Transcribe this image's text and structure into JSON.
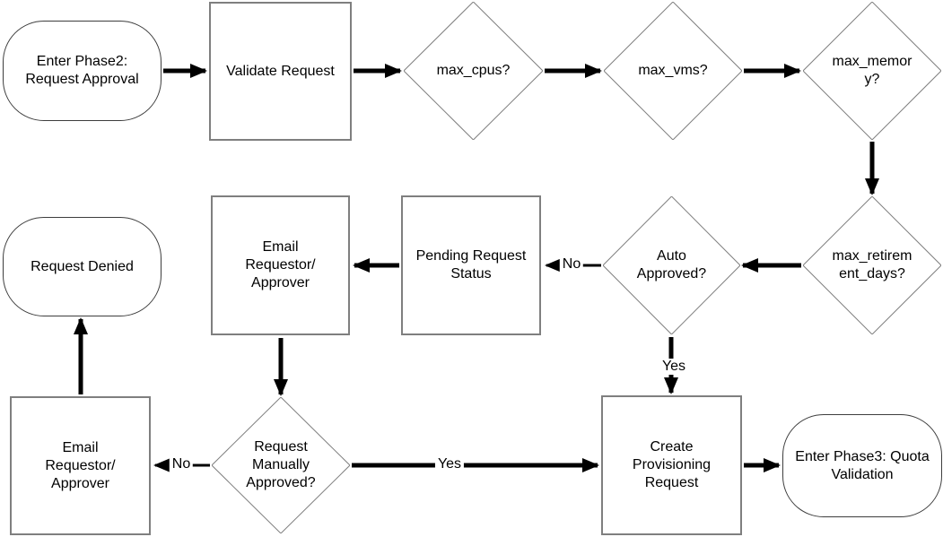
{
  "diagram": {
    "type": "flowchart",
    "nodes": {
      "enter_phase2": {
        "type": "terminator",
        "label": "Enter Phase2: Request Approval"
      },
      "validate_request": {
        "type": "process",
        "label": "Validate Request"
      },
      "max_cpus": {
        "type": "decision",
        "label": "max_cpus?"
      },
      "max_vms": {
        "type": "decision",
        "label": "max_vms?"
      },
      "max_memory": {
        "type": "decision",
        "label": "max_memory?"
      },
      "max_retirement_days": {
        "type": "decision",
        "label": "max_retirement_days?"
      },
      "auto_approved": {
        "type": "decision",
        "label": "Auto Approved?"
      },
      "pending_request_status": {
        "type": "process",
        "label": "Pending Request Status"
      },
      "email_requestor_approver_mid": {
        "type": "process",
        "label": "Email Requestor/ Approver"
      },
      "request_denied": {
        "type": "terminator",
        "label": "Request Denied"
      },
      "email_requestor_approver_bottom": {
        "type": "process",
        "label": "Email Requestor/ Approver"
      },
      "request_manually_approved": {
        "type": "decision",
        "label": "Request Manually Approved?"
      },
      "create_provisioning_request": {
        "type": "process",
        "label": "Create Provisioning Request"
      },
      "enter_phase3": {
        "type": "terminator",
        "label": "Enter Phase3: Quota Validation"
      }
    },
    "edge_labels": {
      "auto_approved_no": "No",
      "auto_approved_yes": "Yes",
      "manual_no": "No",
      "manual_yes": "Yes"
    },
    "colors": {
      "background": "#ffffff",
      "process_border": "#7f7f7f",
      "decision_border": "#7f7f7f",
      "terminator_border": "#3d3d3d",
      "arrow": "#000000",
      "text": "#000000"
    }
  }
}
